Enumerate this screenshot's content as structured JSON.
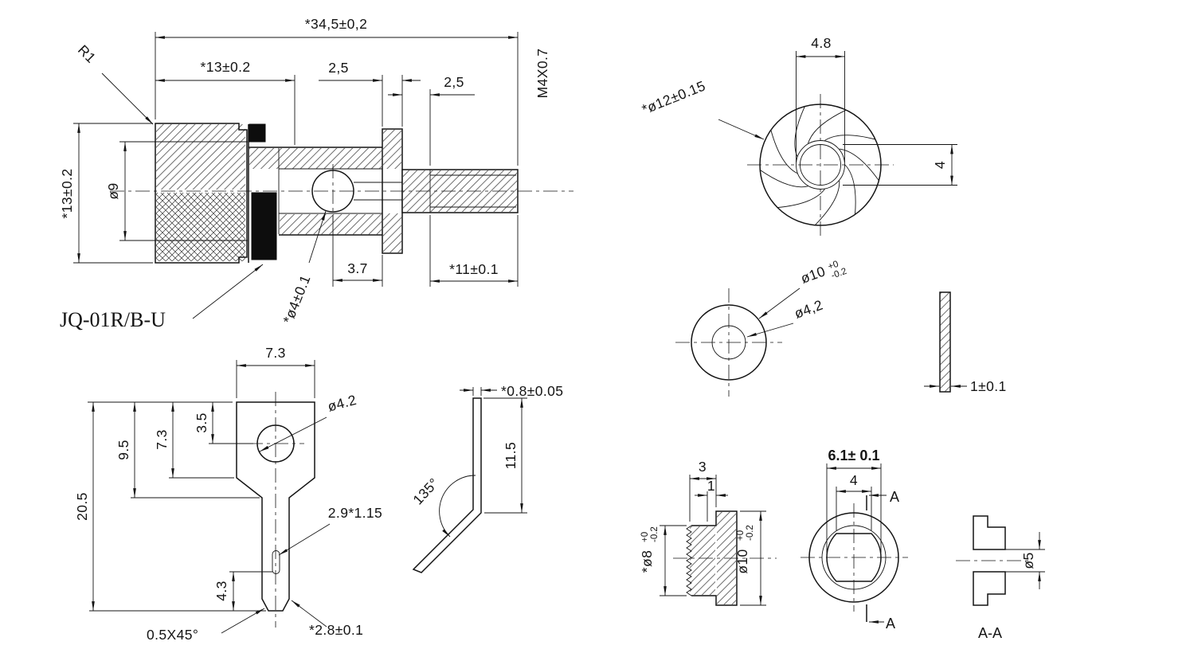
{
  "meta": {
    "background": "#ffffff",
    "line_color": "#141414"
  },
  "main": {
    "overall": "*34,5±0,2",
    "r1": "R1",
    "cap_len": "*13±0.2",
    "flange_w": "2,5",
    "relief_w": "2,5",
    "thread": "M4X0.7",
    "cap_dia": "*13±0.2",
    "bore_dia": "ø9",
    "pin_dia": "*ø4±0.1",
    "pin_pos": "3.7",
    "stud_len": "*11±0.1",
    "part_no": "JQ-01R/B-U"
  },
  "knurl": {
    "flat": "4.8",
    "dia": "*ø12±0.15",
    "square": "4"
  },
  "washer": {
    "od": "ø10",
    "od_tol_hi": "+0",
    "od_tol_lo": "-0.2",
    "id": "ø4,2",
    "thk": "1±0.1"
  },
  "lug": {
    "width": "7.3",
    "hole": "ø4.2",
    "hole_y": "3.5",
    "shoulder": "7.3",
    "taper": "9.5",
    "length": "20.5",
    "slot": "2.9*1.15",
    "slot_y": "4.3",
    "chamfer": "0.5X45°",
    "tab_w": "*2.8±0.1"
  },
  "bent": {
    "thk": "*0.8±0.05",
    "angle": "135°",
    "leg": "11.5"
  },
  "bush": {
    "len": "3",
    "step": "1",
    "id_main": "*ø8",
    "id_hi": "+0",
    "id_lo": "-0.2",
    "od_main": "ø10",
    "od_hi": "+0",
    "od_lo": "-0.2"
  },
  "oval": {
    "width": "6.1± 0.1",
    "flat": "4",
    "sec_a1": "A",
    "sec_a2": "A"
  },
  "section": {
    "bore": "ø5",
    "label": "A-A"
  }
}
